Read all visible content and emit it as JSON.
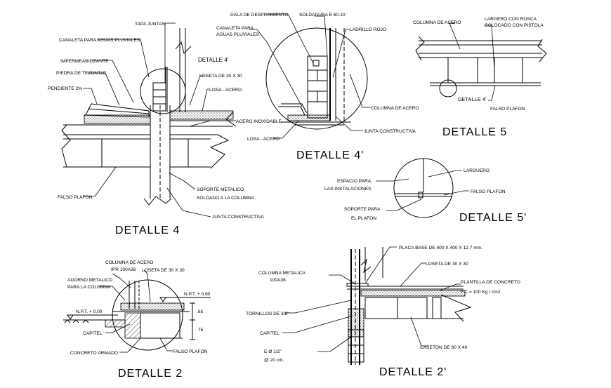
{
  "detalle4": {
    "title": "DETALLE 4",
    "tapa_juntas": "TAPA JUNTAS",
    "canaleta": "CANALETA PARA AGUAS PLUVIALES",
    "impermeabilizante": "IMPERMEABILIZANTE",
    "piedra": "PIEDRA DE TEZONTLE",
    "pendiente": "PENDIENTE 2%",
    "detalle_ref": "DETALLE 4'",
    "loseta": "LOSETA DE 30 X 30",
    "losa": "LOSA - ACERO",
    "acero_inox": "ACERO INOXIDABLE",
    "falso_plafon": "FALSO PLAFON",
    "soporte_1": "SOPORTE METALICO",
    "soporte_2": "SOLDADO A LA COLUMNA",
    "junta": "JUNTA CONSTRUCTIVA"
  },
  "detalle4p": {
    "title": "DETALLE 4'",
    "dala": "DALA DE DESPRAMIENTO",
    "soldadura": "SOLDADURA E 60-10",
    "canaleta_1": "CANALETA PARA",
    "canaleta_2": "AGUAS PLUVIALES",
    "ladrillo": "LADRILLO ROJO",
    "columna": "COLUMNA DE ACERO",
    "junta": "JUNTA CONSTRUCTIVA",
    "losa": "LOSA - ACERO"
  },
  "detalle5": {
    "title": "DETALLE 5",
    "columna": "COLUMNA DE ACERO",
    "larguero_1": "LARGERO CON ROSCA",
    "larguero_2": "COLOCADO CON PISTOLA",
    "detalle_ref": "DETALLE 4'",
    "falso_plafon": "FALSO PLAFON"
  },
  "detalle5p": {
    "title": "DETALLE 5'",
    "espacio_1": "ESPACIO PARA",
    "espacio_2": "LAS INSTALACIONES",
    "larguero": "LARGUERO",
    "falso_plafon": "FALSO PLAFON",
    "soporte_1": "SOPORTE PARA",
    "soporte_2": "EL PLAFON"
  },
  "detalle2": {
    "title": "DETALLE 2",
    "columna_1": "COLUMNA DE ACERO",
    "columna_2": "IPR 100A36",
    "adorno_1": "ADORNO METALICO",
    "adorno_2": "PARA LA COLUMNA",
    "loseta": "LOSETA DE 30 X 30",
    "npt_high": "N.P.T. + 0.80",
    "npt_low": "N.P.T. + 0.00",
    "dim_65": ".65",
    "dim_75": ".75",
    "capitel": "CAPITEL",
    "concreto": "CONCRETO ARMADO",
    "falso_plafon": "FALSO PLAFON"
  },
  "detalle2p": {
    "title": "DETALLE 2'",
    "placa": "PLACA BASE DE 400 X 400 X 12.7 mm.",
    "columna_1": "COLUMNA METALICA",
    "columna_2": "100A36",
    "loseta": "LOSETA DE 30 X 30",
    "plantilla": "PLANTILLA DE CONCRETO",
    "fc": "F'C = 100 Kg / cm2",
    "tornillos": "TORNILLOS DE 3/8\"",
    "capitel": "CAPITEL",
    "caseton": "CASETON DE 60 X 40",
    "e1": "E Ø 1/2\"",
    "e2": "@ 20 cm."
  }
}
